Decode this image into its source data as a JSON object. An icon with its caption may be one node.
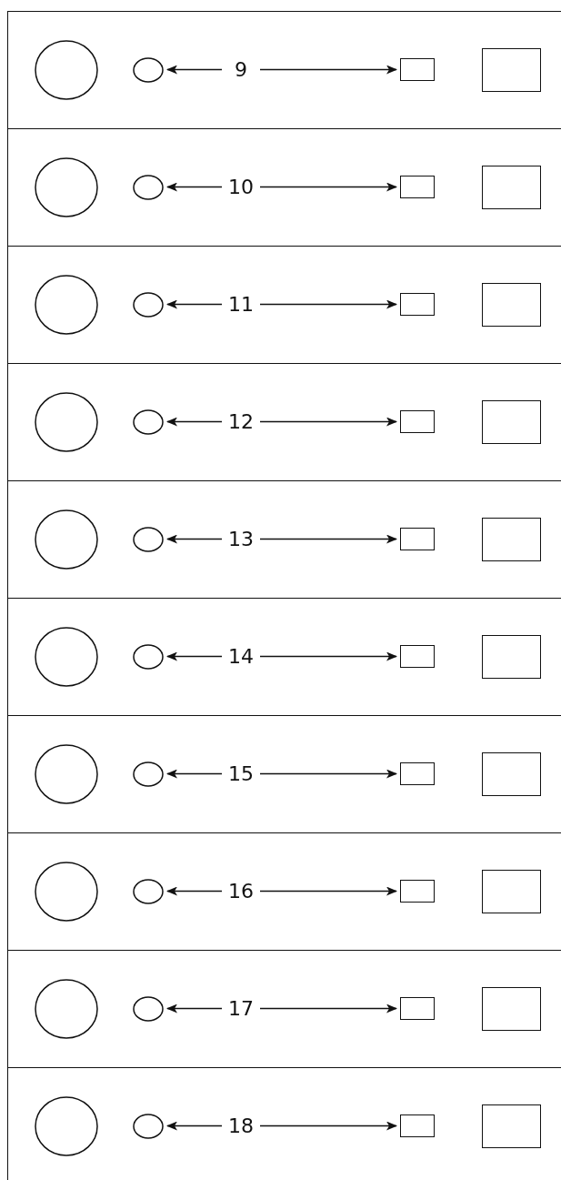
{
  "diagram": {
    "nodes": [
      {
        "text": [],
        "shape": "circle"
      },
      {
        "text": [],
        "shape": "circle"
      },
      {
        "text": [
          "9"
        ]
      },
      {
        "text": [],
        "shape": "box"
      },
      {
        "text": [],
        "shape": "box"
      },
      {
        "text": [],
        "shape": "circle"
      },
      {
        "text": [],
        "shape": "circle"
      },
      {
        "text": [
          "10"
        ]
      },
      {
        "text": [],
        "shape": "box"
      },
      {
        "text": [],
        "shape": "box"
      },
      {
        "text": [],
        "shape": "circle"
      },
      {
        "text": [],
        "shape": "circle"
      },
      {
        "text": [
          "11"
        ]
      },
      {
        "text": [],
        "shape": "box"
      },
      {
        "text": [],
        "shape": "box"
      },
      {
        "text": [],
        "shape": "circle"
      },
      {
        "text": [],
        "shape": "circle"
      },
      {
        "text": [
          "12"
        ]
      },
      {
        "text": [],
        "shape": "box"
      },
      {
        "text": [],
        "shape": "box"
      },
      {
        "text": [],
        "shape": "circle"
      },
      {
        "text": [],
        "shape": "circle"
      },
      {
        "text": [
          "13"
        ]
      },
      {
        "text": [],
        "shape": "box"
      },
      {
        "text": [],
        "shape": "box"
      },
      {
        "text": [],
        "shape": "circle"
      },
      {
        "text": [],
        "shape": "circle"
      },
      {
        "text": [
          "14"
        ]
      },
      {
        "text": [],
        "shape": "box"
      },
      {
        "text": [],
        "shape": "box"
      },
      {
        "text": [],
        "shape": "circle"
      },
      {
        "text": [],
        "shape": "circle"
      },
      {
        "text": [
          "15"
        ]
      },
      {
        "text": [],
        "shape": "box"
      },
      {
        "text": [],
        "shape": "box"
      },
      {
        "text": [],
        "shape": "circle"
      },
      {
        "text": [],
        "shape": "circle"
      },
      {
        "text": [
          "16"
        ]
      },
      {
        "text": [],
        "shape": "box"
      },
      {
        "text": [],
        "shape": "box"
      },
      {
        "text": [],
        "shape": "circle"
      },
      {
        "text": [],
        "shape": "circle"
      },
      {
        "text": [
          "17"
        ]
      },
      {
        "text": [],
        "shape": "box"
      },
      {
        "text": [],
        "shape": "box"
      },
      {
        "text": [],
        "shape": "circle"
      },
      {
        "text": [],
        "shape": "circle"
      },
      {
        "text": [
          "18"
        ]
      },
      {
        "text": [],
        "shape": "box"
      },
      {
        "text": [],
        "shape": "box"
      }
    ],
    "edges": [
      {
        "from": 2,
        "to": 1,
        "arrow": "to"
      },
      {
        "from": 2,
        "to": 3,
        "arrow": "to"
      },
      {
        "from": 7,
        "to": 6,
        "arrow": "to"
      },
      {
        "from": 7,
        "to": 8,
        "arrow": "to"
      },
      {
        "from": 12,
        "to": 11,
        "arrow": "to"
      },
      {
        "from": 12,
        "to": 13,
        "arrow": "to"
      },
      {
        "from": 17,
        "to": 16,
        "arrow": "to"
      },
      {
        "from": 17,
        "to": 18,
        "arrow": "to"
      },
      {
        "from": 22,
        "to": 21,
        "arrow": "to"
      },
      {
        "from": 22,
        "to": 23,
        "arrow": "to"
      },
      {
        "from": 27,
        "to": 26,
        "arrow": "to"
      },
      {
        "from": 27,
        "to": 28,
        "arrow": "to"
      },
      {
        "from": 32,
        "to": 31,
        "arrow": "to"
      },
      {
        "from": 32,
        "to": 33,
        "arrow": "to"
      },
      {
        "from": 37,
        "to": 36,
        "arrow": "to"
      },
      {
        "from": 37,
        "to": 38,
        "arrow": "to"
      },
      {
        "from": 42,
        "to": 41,
        "arrow": "to"
      },
      {
        "from": 42,
        "to": 43,
        "arrow": "to"
      },
      {
        "from": 47,
        "to": 46,
        "arrow": "to"
      },
      {
        "from": 47,
        "to": 48,
        "arrow": "to"
      }
    ]
  }
}
